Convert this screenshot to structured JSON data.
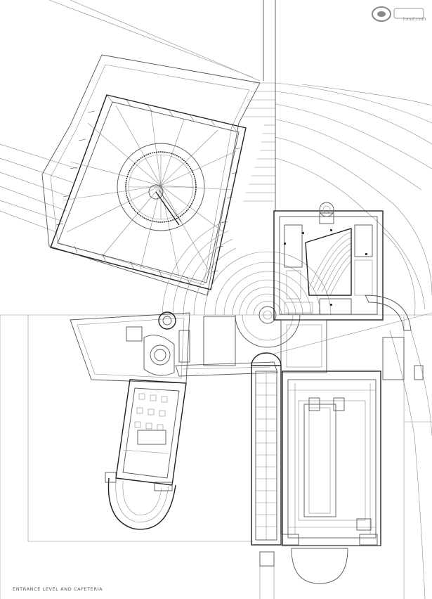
{
  "caption": "ENTRANCE LEVEL AND CAFETERIA",
  "watermark": {
    "logo_name": "hxsd-logo",
    "subtext": "hxsd.com"
  },
  "colors": {
    "background": "#ffffff",
    "line": "#333333"
  }
}
